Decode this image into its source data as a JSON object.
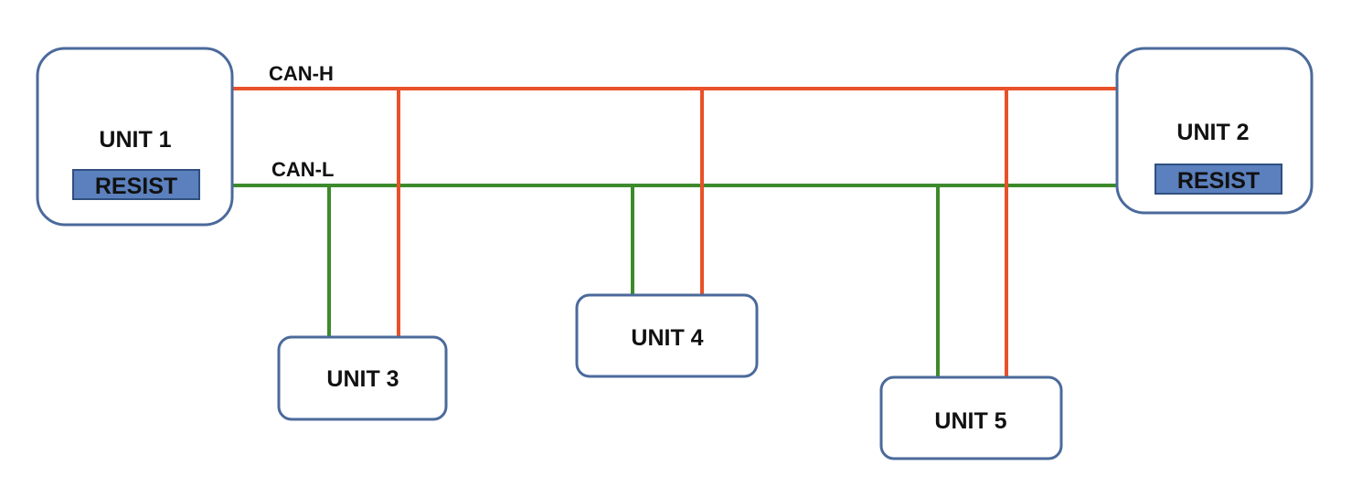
{
  "bus": {
    "high": {
      "label": "CAN-H",
      "color": "#e8512a"
    },
    "low": {
      "label": "CAN-L",
      "color": "#3c8a2c"
    }
  },
  "units": [
    {
      "label": "UNIT 1",
      "resistor": "RESIST"
    },
    {
      "label": "UNIT 2",
      "resistor": "RESIST"
    },
    {
      "label": "UNIT 3"
    },
    {
      "label": "UNIT 4"
    },
    {
      "label": "UNIT 5"
    }
  ],
  "colors": {
    "box_border": "#4b6a9b",
    "resistor_fill": "#5b80bd"
  }
}
